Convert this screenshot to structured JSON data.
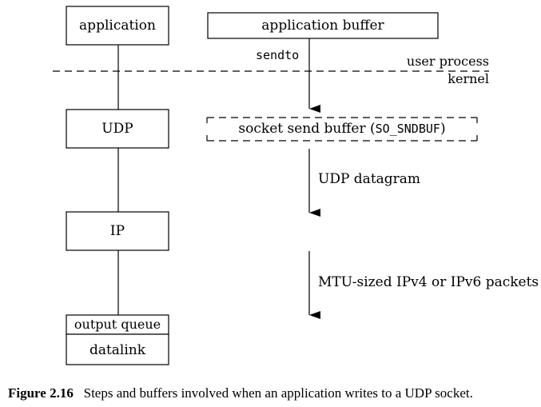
{
  "boxes": {
    "application": "application",
    "application_buffer": "application buffer",
    "udp": "UDP",
    "ip": "IP",
    "output_queue": "output queue",
    "datalink": "datalink"
  },
  "socket_buffer": {
    "prefix": "socket send buffer (",
    "option": "SO_SNDBUF",
    "suffix": ")"
  },
  "labels": {
    "sendto": "sendto",
    "user_process": "user process",
    "kernel": "kernel",
    "udp_datagram": "UDP datagram",
    "packets": "MTU-sized IPv4 or IPv6 packets"
  },
  "caption": {
    "number": "Figure 2.16",
    "text": "Steps and buffers involved when an application writes to a UDP socket."
  }
}
